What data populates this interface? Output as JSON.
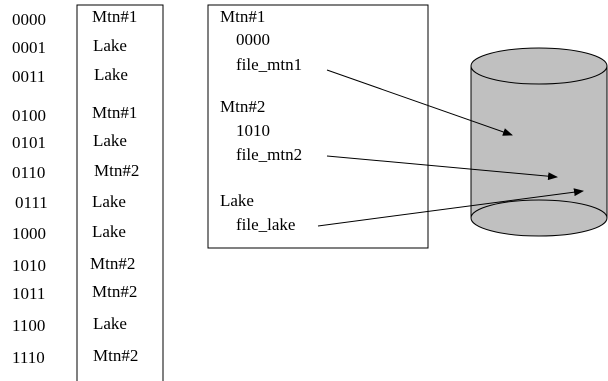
{
  "table": {
    "rows": [
      {
        "code": "0000",
        "label": "Mtn#1"
      },
      {
        "code": "0001",
        "label": "Lake"
      },
      {
        "code": "0011",
        "label": "Lake"
      },
      {
        "code": "0100",
        "label": "Mtn#1"
      },
      {
        "code": "0101",
        "label": "Lake"
      },
      {
        "code": "0110",
        "label": "Mtn#2"
      },
      {
        "code": "0111",
        "label": "Lake"
      },
      {
        "code": "1000",
        "label": "Lake"
      },
      {
        "code": "1010",
        "label": "Mtn#2"
      },
      {
        "code": "1011",
        "label": "Mtn#2"
      },
      {
        "code": "1100",
        "label": "Lake"
      },
      {
        "code": "1110",
        "label": "Mtn#2"
      }
    ]
  },
  "index_box": {
    "entries": [
      {
        "name": "Mtn#1",
        "code": "0000",
        "file": "file_mtn1"
      },
      {
        "name": "Mtn#2",
        "code": "1010",
        "file": "file_mtn2"
      },
      {
        "name": "Lake",
        "code": "",
        "file": "file_lake"
      }
    ]
  },
  "colors": {
    "line": "#000000",
    "cylinder_fill": "#c0c0c0"
  }
}
